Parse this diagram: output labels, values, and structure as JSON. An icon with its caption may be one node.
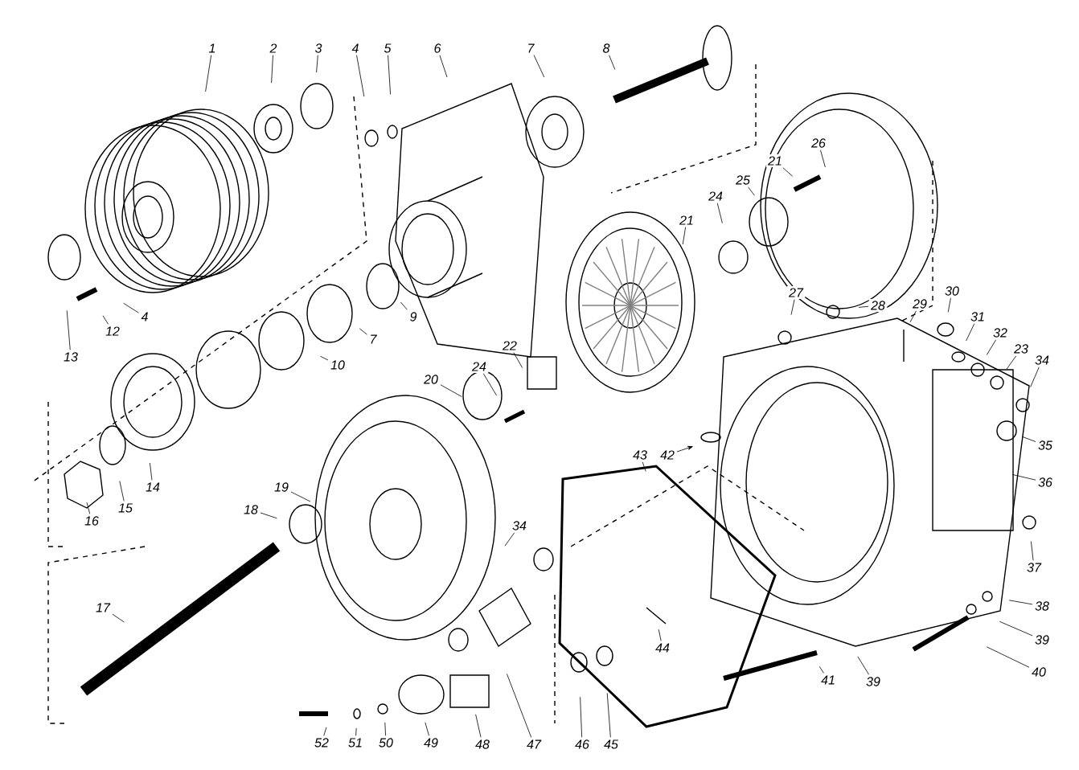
{
  "diagram": {
    "nodes": [
      {
        "text": [
          "1"
        ]
      },
      {
        "text": [
          "2"
        ]
      },
      {
        "text": [
          "3"
        ]
      },
      {
        "text": [
          "4"
        ]
      },
      {
        "text": [
          "5"
        ]
      },
      {
        "text": [
          "6"
        ]
      },
      {
        "text": [
          "7"
        ]
      },
      {
        "text": [
          "8"
        ]
      },
      {
        "text": [
          "26"
        ]
      },
      {
        "text": [
          "21"
        ]
      },
      {
        "text": [
          "25"
        ]
      },
      {
        "text": [
          "24"
        ]
      },
      {
        "text": [
          "21"
        ]
      },
      {
        "text": [
          "4"
        ]
      },
      {
        "text": [
          "13"
        ]
      },
      {
        "text": [
          "12"
        ]
      },
      {
        "text": [
          "9"
        ]
      },
      {
        "text": [
          "7"
        ]
      },
      {
        "text": [
          "10"
        ]
      },
      {
        "text": [
          "27"
        ]
      },
      {
        "text": [
          "28"
        ]
      },
      {
        "text": [
          "29"
        ]
      },
      {
        "text": [
          "30"
        ]
      },
      {
        "text": [
          "31"
        ]
      },
      {
        "text": [
          "32"
        ]
      },
      {
        "text": [
          "23"
        ]
      },
      {
        "text": [
          "34"
        ]
      },
      {
        "text": [
          "22"
        ]
      },
      {
        "text": [
          "24"
        ]
      },
      {
        "text": [
          "20"
        ]
      },
      {
        "text": [
          "43"
        ]
      },
      {
        "text": [
          "42"
        ]
      },
      {
        "text": [
          "35"
        ]
      },
      {
        "text": [
          "36"
        ]
      },
      {
        "text": [
          "14"
        ]
      },
      {
        "text": [
          "19"
        ]
      },
      {
        "text": [
          "15"
        ]
      },
      {
        "text": [
          "16"
        ]
      },
      {
        "text": [
          "18"
        ]
      },
      {
        "text": [
          "34"
        ]
      },
      {
        "text": [
          "37"
        ]
      },
      {
        "text": [
          "38"
        ]
      },
      {
        "text": [
          "17"
        ]
      },
      {
        "text": [
          "39"
        ]
      },
      {
        "text": [
          "44"
        ]
      },
      {
        "text": [
          "40"
        ]
      },
      {
        "text": [
          "41"
        ]
      },
      {
        "text": [
          "39"
        ]
      },
      {
        "text": [
          "52"
        ]
      },
      {
        "text": [
          "51"
        ]
      },
      {
        "text": [
          "50"
        ]
      },
      {
        "text": [
          "49"
        ]
      },
      {
        "text": [
          "48"
        ]
      },
      {
        "text": [
          "47"
        ]
      },
      {
        "text": [
          "46"
        ]
      },
      {
        "text": [
          "45"
        ]
      }
    ],
    "edges": [
      {
        "from": 0,
        "to": null,
        "arrow": "none"
      },
      {
        "from": 1,
        "to": null,
        "arrow": "none"
      },
      {
        "from": 2,
        "to": null,
        "arrow": "none"
      },
      {
        "from": 3,
        "to": null,
        "arrow": "none"
      },
      {
        "from": 4,
        "to": null,
        "arrow": "none"
      },
      {
        "from": 5,
        "to": null,
        "arrow": "none"
      },
      {
        "from": 6,
        "to": null,
        "arrow": "none"
      },
      {
        "from": 7,
        "to": null,
        "arrow": "none"
      },
      {
        "from": 8,
        "to": null,
        "arrow": "none"
      },
      {
        "from": 9,
        "to": null,
        "arrow": "none"
      },
      {
        "from": 10,
        "to": null,
        "arrow": "none"
      },
      {
        "from": 11,
        "to": null,
        "arrow": "none"
      },
      {
        "from": 12,
        "to": null,
        "arrow": "none"
      },
      {
        "from": 13,
        "to": null,
        "arrow": "none"
      },
      {
        "from": 14,
        "to": null,
        "arrow": "none"
      },
      {
        "from": 15,
        "to": null,
        "arrow": "none"
      },
      {
        "from": 16,
        "to": null,
        "arrow": "none"
      },
      {
        "from": 17,
        "to": null,
        "arrow": "none"
      },
      {
        "from": 18,
        "to": null,
        "arrow": "none"
      },
      {
        "from": 19,
        "to": null,
        "arrow": "none"
      },
      {
        "from": 20,
        "to": null,
        "arrow": "none"
      },
      {
        "from": 21,
        "to": null,
        "arrow": "none"
      },
      {
        "from": 22,
        "to": null,
        "arrow": "none"
      },
      {
        "from": 23,
        "to": null,
        "arrow": "none"
      },
      {
        "from": 24,
        "to": null,
        "arrow": "none"
      },
      {
        "from": 25,
        "to": null,
        "arrow": "none"
      },
      {
        "from": 26,
        "to": null,
        "arrow": "none"
      },
      {
        "from": 27,
        "to": null,
        "arrow": "none"
      },
      {
        "from": 28,
        "to": null,
        "arrow": "none"
      },
      {
        "from": 29,
        "to": null,
        "arrow": "none"
      },
      {
        "from": 30,
        "to": null,
        "arrow": "none"
      },
      {
        "from": 31,
        "to": null,
        "arrow": "to"
      },
      {
        "from": 32,
        "to": null,
        "arrow": "none"
      },
      {
        "from": 33,
        "to": null,
        "arrow": "none"
      },
      {
        "from": 34,
        "to": null,
        "arrow": "none"
      },
      {
        "from": 35,
        "to": null,
        "arrow": "none"
      },
      {
        "from": 36,
        "to": null,
        "arrow": "none"
      },
      {
        "from": 37,
        "to": null,
        "arrow": "none"
      },
      {
        "from": 38,
        "to": null,
        "arrow": "none"
      },
      {
        "from": 39,
        "to": null,
        "arrow": "none"
      },
      {
        "from": 40,
        "to": null,
        "arrow": "none"
      },
      {
        "from": 41,
        "to": null,
        "arrow": "none"
      },
      {
        "from": 42,
        "to": null,
        "arrow": "none"
      },
      {
        "from": 43,
        "to": null,
        "arrow": "none"
      },
      {
        "from": 44,
        "to": null,
        "arrow": "none"
      },
      {
        "from": 45,
        "to": null,
        "arrow": "none"
      },
      {
        "from": 46,
        "to": null,
        "arrow": "none"
      },
      {
        "from": 47,
        "to": null,
        "arrow": "none"
      },
      {
        "from": 48,
        "to": null,
        "arrow": "none"
      },
      {
        "from": 49,
        "to": null,
        "arrow": "none"
      },
      {
        "from": 50,
        "to": null,
        "arrow": "none"
      },
      {
        "from": 51,
        "to": null,
        "arrow": "none"
      },
      {
        "from": 52,
        "to": null,
        "arrow": "none"
      },
      {
        "from": 53,
        "to": null,
        "arrow": "none"
      },
      {
        "from": 54,
        "to": null,
        "arrow": "none"
      },
      {
        "from": 55,
        "to": null,
        "arrow": "none"
      }
    ]
  }
}
